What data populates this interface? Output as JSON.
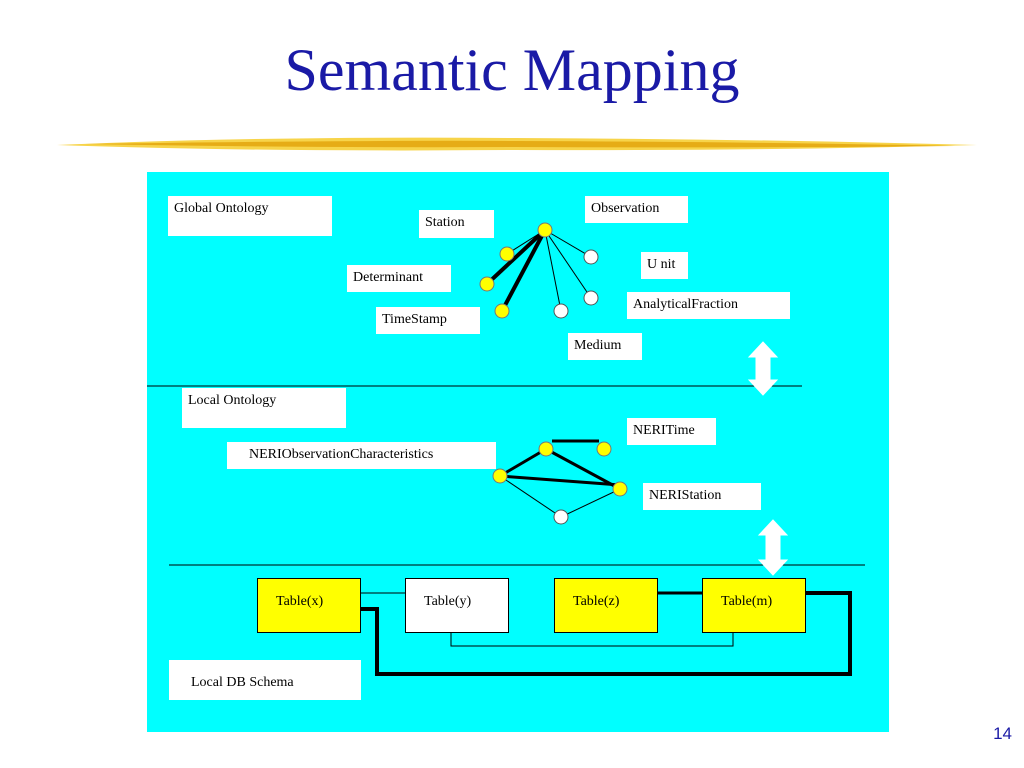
{
  "title": "Semantic Mapping",
  "page_number": "14",
  "global_ontology": {
    "label": "Global Ontology",
    "nodes": [
      "Station",
      "Observation",
      "Determinant",
      "U nit",
      "AnalyticalFraction",
      "TimeStamp",
      "Medium"
    ]
  },
  "local_ontology": {
    "label": "Local Ontology",
    "nodes": [
      "NERIObservationCharacteristics",
      "NERITime",
      "NERIStation"
    ]
  },
  "local_db_schema": {
    "label": "Local DB Schema",
    "tables": [
      "Table(x)",
      "Table(y)",
      "Table(z)",
      "Table(m)"
    ]
  },
  "colors": {
    "title": "#1a1aa6",
    "panel": "#00ffff",
    "highlight_node": "#ffff00",
    "plain_node": "#ffffff",
    "rule": "#f0c419"
  }
}
